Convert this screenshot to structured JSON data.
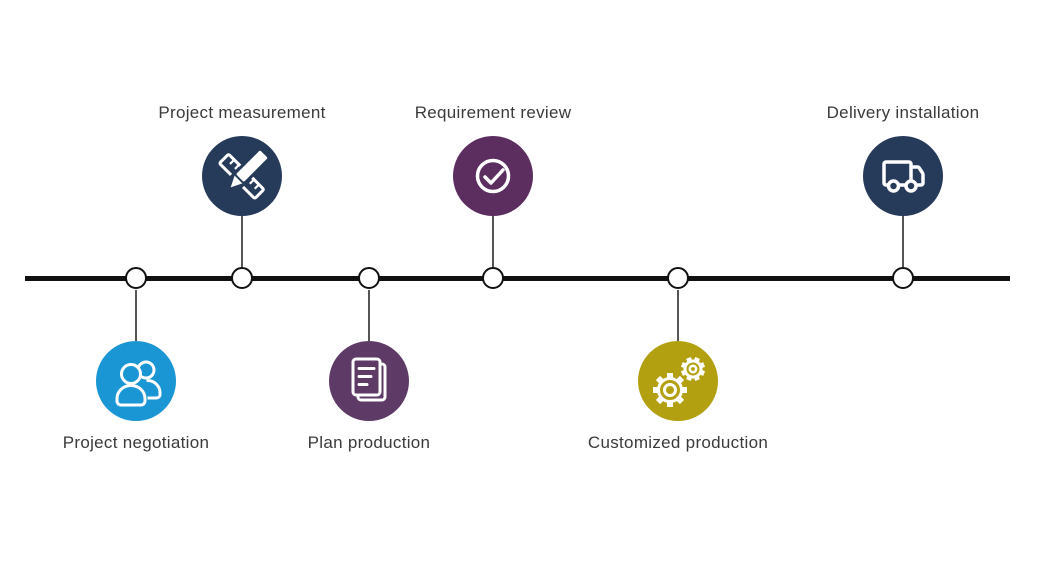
{
  "page": {
    "background_color": "#ffffff",
    "timeline_color": "#111111",
    "label_color": "#3a3a3a",
    "icon_stroke_color": "#ffffff"
  },
  "timeline": {
    "steps": [
      {
        "label": "Project negotiation",
        "position": "below",
        "icon": "users-icon",
        "color": "#1a96d5"
      },
      {
        "label": "Project measurement",
        "position": "above",
        "icon": "ruler-pencil-icon",
        "color": "#263a59"
      },
      {
        "label": "Plan production",
        "position": "below",
        "icon": "document-icon",
        "color": "#5d3b66"
      },
      {
        "label": "Requirement review",
        "position": "above",
        "icon": "check-circle-icon",
        "color": "#5b2e5f"
      },
      {
        "label": "Customized production",
        "position": "below",
        "icon": "gears-icon",
        "color": "#b3a011"
      },
      {
        "label": "Delivery installation",
        "position": "above",
        "icon": "truck-icon",
        "color": "#263a59"
      }
    ]
  }
}
